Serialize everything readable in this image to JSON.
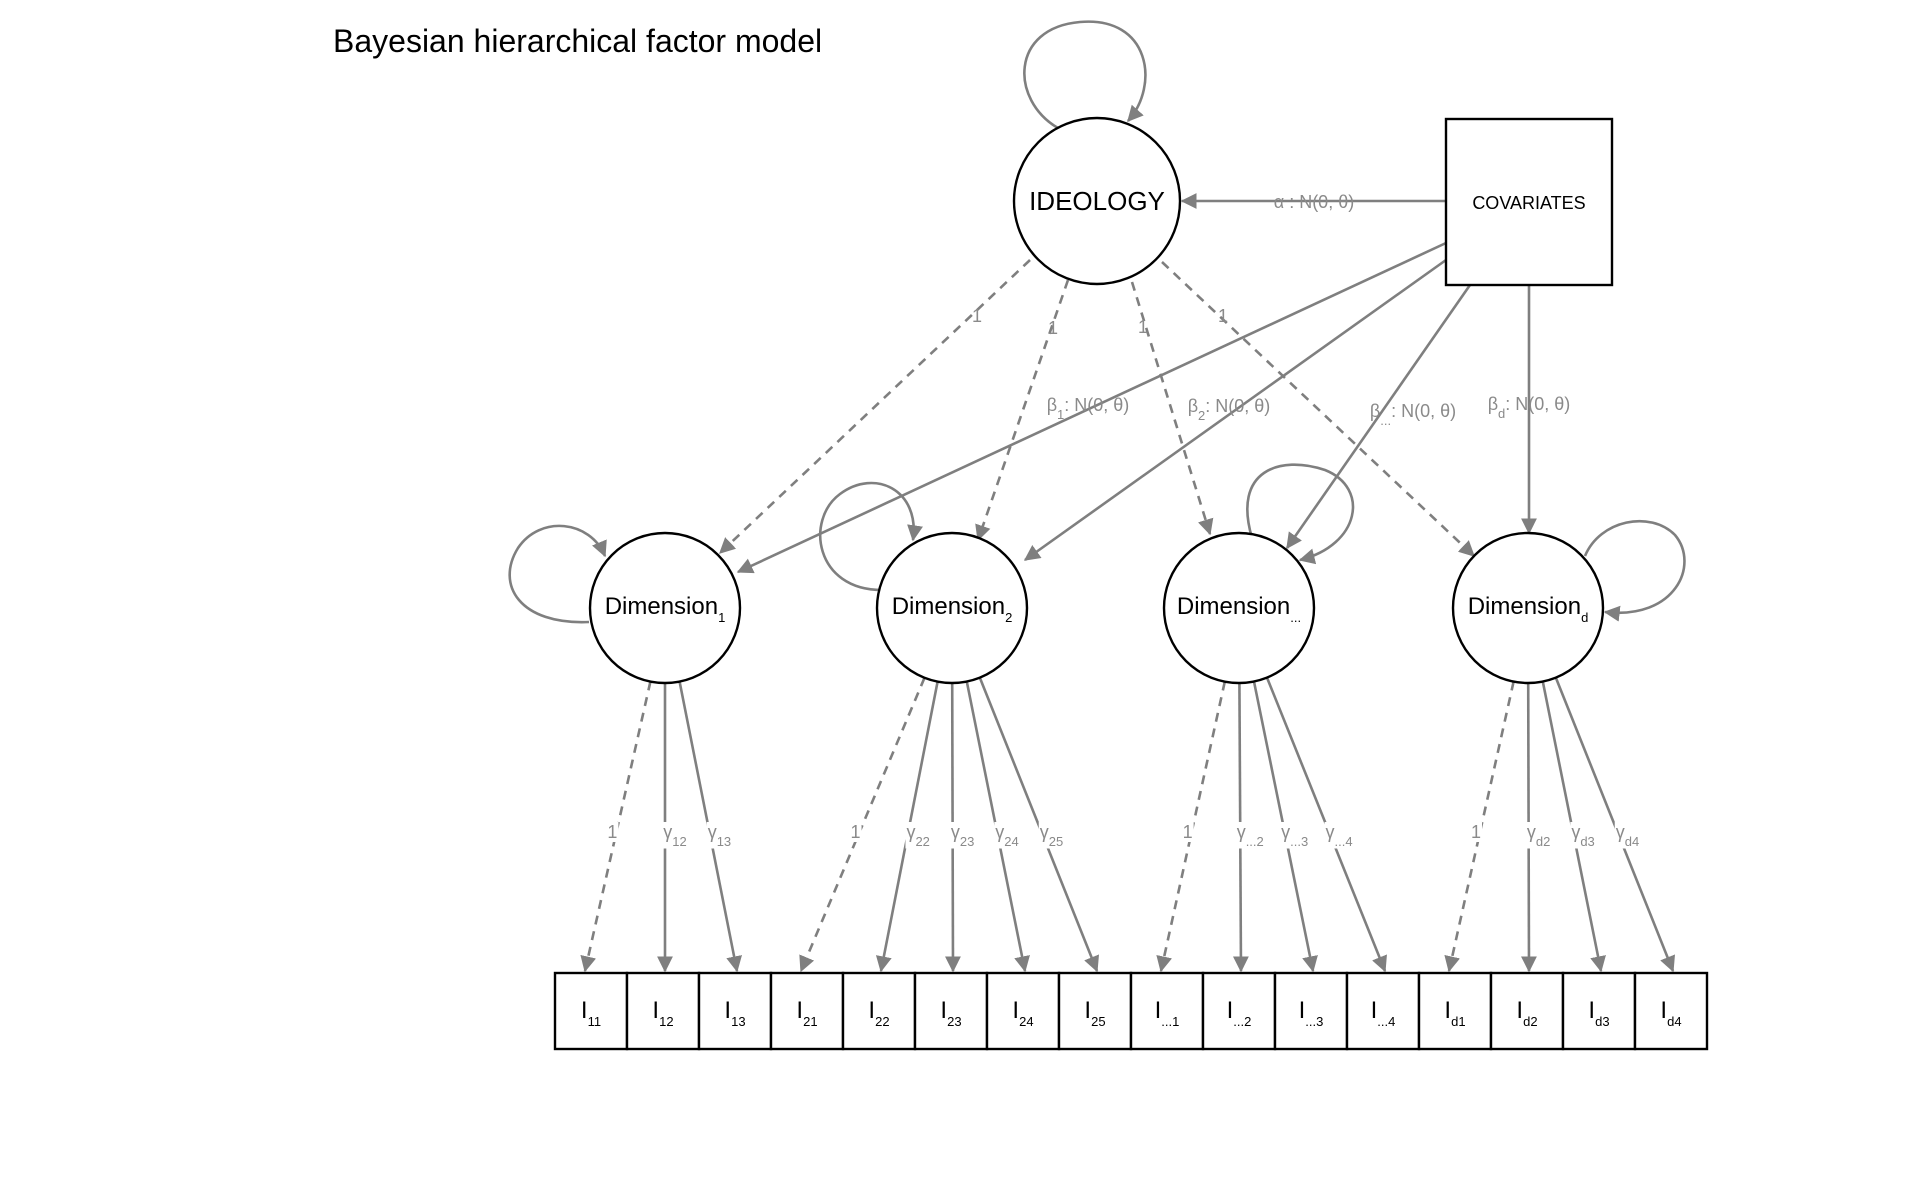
{
  "title": "Bayesian hierarchical factor model",
  "top_node": {
    "label": "IDEOLOGY"
  },
  "covariates": {
    "label": "COVARIATES"
  },
  "alpha_label": {
    "main": "α : N(0, θ)"
  },
  "dimensions": [
    {
      "main": "Dimension",
      "sub": "1"
    },
    {
      "main": "Dimension",
      "sub": "2"
    },
    {
      "main": "Dimension",
      "sub": "..."
    },
    {
      "main": "Dimension",
      "sub": "d"
    }
  ],
  "ideology_loadings": [
    "1",
    "1",
    "1",
    "1"
  ],
  "beta_labels": [
    {
      "main": "β",
      "sub": "1",
      "tail": ": N(0, θ)"
    },
    {
      "main": "β",
      "sub": "2",
      "tail": ": N(0, θ)"
    },
    {
      "main": "β",
      "sub": "...",
      "tail": ": N(0, θ)"
    },
    {
      "main": "β",
      "sub": "d",
      "tail": ": N(0, θ)"
    }
  ],
  "items": [
    {
      "main": "I",
      "sub": "11",
      "dim": 0
    },
    {
      "main": "I",
      "sub": "12",
      "dim": 0
    },
    {
      "main": "I",
      "sub": "13",
      "dim": 0
    },
    {
      "main": "I",
      "sub": "21",
      "dim": 1
    },
    {
      "main": "I",
      "sub": "22",
      "dim": 1
    },
    {
      "main": "I",
      "sub": "23",
      "dim": 1
    },
    {
      "main": "I",
      "sub": "24",
      "dim": 1
    },
    {
      "main": "I",
      "sub": "25",
      "dim": 1
    },
    {
      "main": "I",
      "sub": "...1",
      "dim": 2
    },
    {
      "main": "I",
      "sub": "...2",
      "dim": 2
    },
    {
      "main": "I",
      "sub": "...3",
      "dim": 2
    },
    {
      "main": "I",
      "sub": "...4",
      "dim": 2
    },
    {
      "main": "I",
      "sub": "d1",
      "dim": 3
    },
    {
      "main": "I",
      "sub": "d2",
      "dim": 3
    },
    {
      "main": "I",
      "sub": "d3",
      "dim": 3
    },
    {
      "main": "I",
      "sub": "d4",
      "dim": 3
    }
  ],
  "item_loadings": [
    {
      "main": "1",
      "sub": ""
    },
    {
      "main": "γ",
      "sub": "12"
    },
    {
      "main": "γ",
      "sub": "13"
    },
    {
      "main": "1",
      "sub": ""
    },
    {
      "main": "γ",
      "sub": "22"
    },
    {
      "main": "γ",
      "sub": "23"
    },
    {
      "main": "γ",
      "sub": "24"
    },
    {
      "main": "γ",
      "sub": "25"
    },
    {
      "main": "1",
      "sub": ""
    },
    {
      "main": "γ",
      "sub": "...2"
    },
    {
      "main": "γ",
      "sub": "...3"
    },
    {
      "main": "γ",
      "sub": "...4"
    },
    {
      "main": "1",
      "sub": ""
    },
    {
      "main": "γ",
      "sub": "d2"
    },
    {
      "main": "γ",
      "sub": "d3"
    },
    {
      "main": "γ",
      "sub": "d4"
    }
  ],
  "colors": {
    "edge": "#7f7f7f",
    "node_stroke": "#000000",
    "edge_label": "#8a8a8a"
  }
}
